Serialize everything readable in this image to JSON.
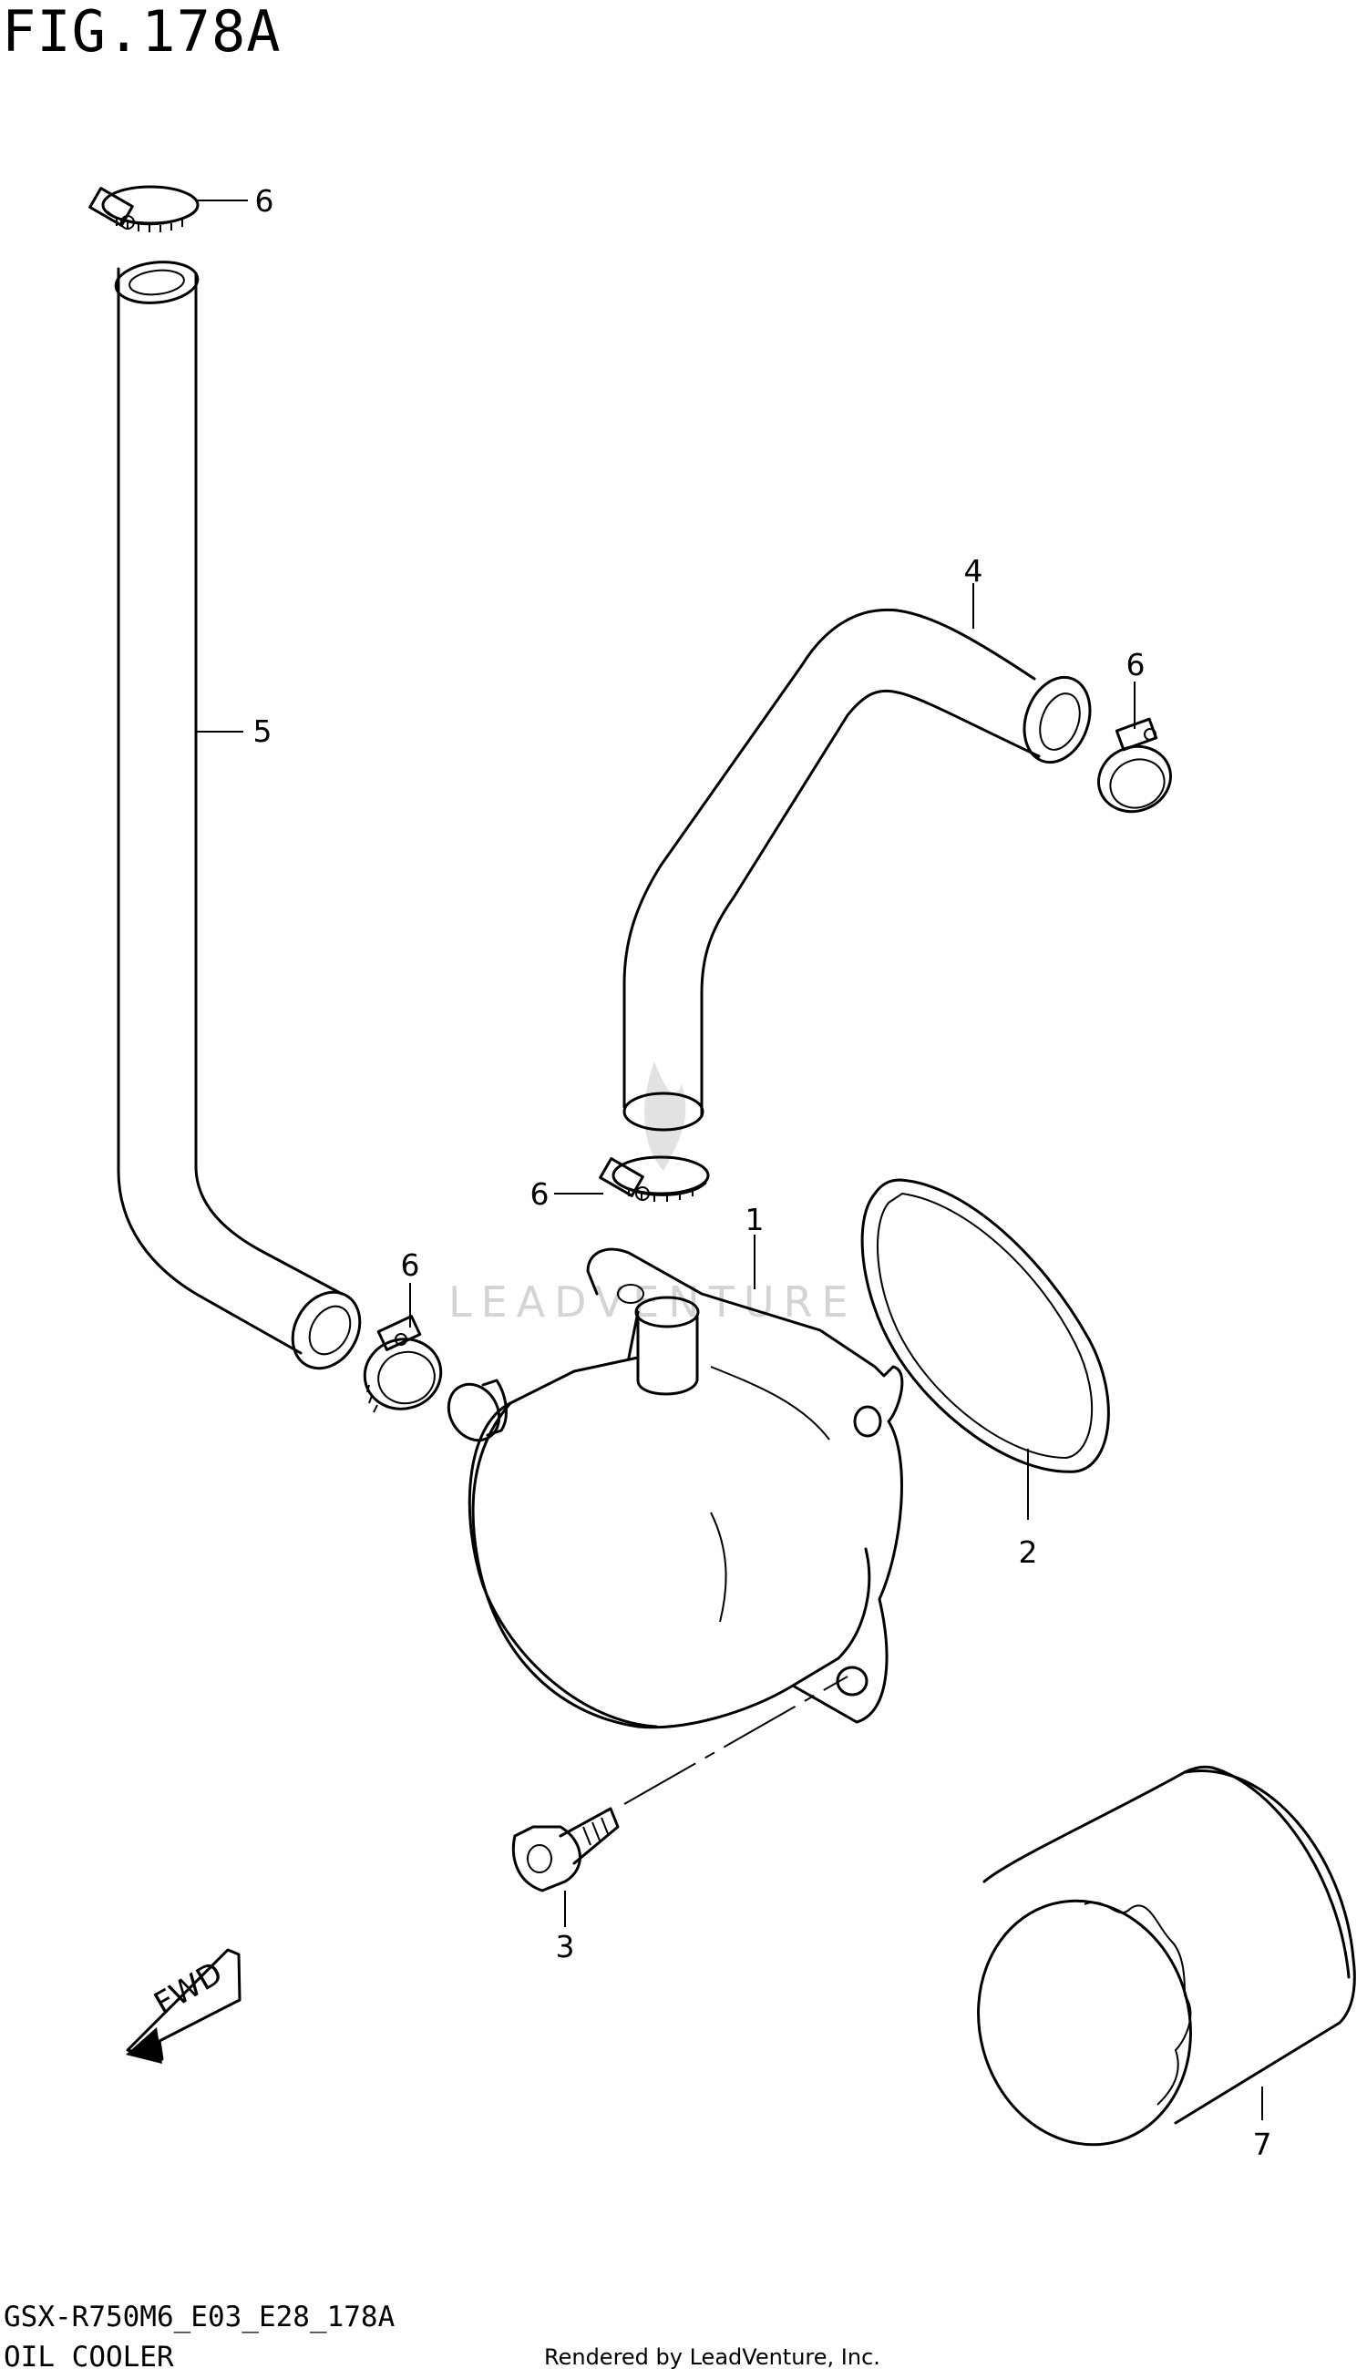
{
  "figure": {
    "title": "FIG.178A",
    "model_code": "GSX-R750M6_E03_E28_178A",
    "section_name": "OIL COOLER",
    "credit": "Rendered by LeadVenture, Inc.",
    "watermark": "LEADVENTURE"
  },
  "callouts": [
    "1",
    "2",
    "3",
    "4",
    "5",
    "6",
    "6",
    "6",
    "6",
    "7"
  ],
  "parts": [
    {
      "ref": "1",
      "part": "oil cooler"
    },
    {
      "ref": "2",
      "part": "o-ring"
    },
    {
      "ref": "3",
      "part": "bolt"
    },
    {
      "ref": "4",
      "part": "hose"
    },
    {
      "ref": "5",
      "part": "hose"
    },
    {
      "ref": "6",
      "part": "clamp"
    },
    {
      "ref": "7",
      "part": "oil filter"
    }
  ],
  "fwd_arrow": {
    "label": "FWD"
  },
  "colors": {
    "ink": "#000000",
    "paper": "#ffffff",
    "watermark": "#d4d4d4"
  }
}
